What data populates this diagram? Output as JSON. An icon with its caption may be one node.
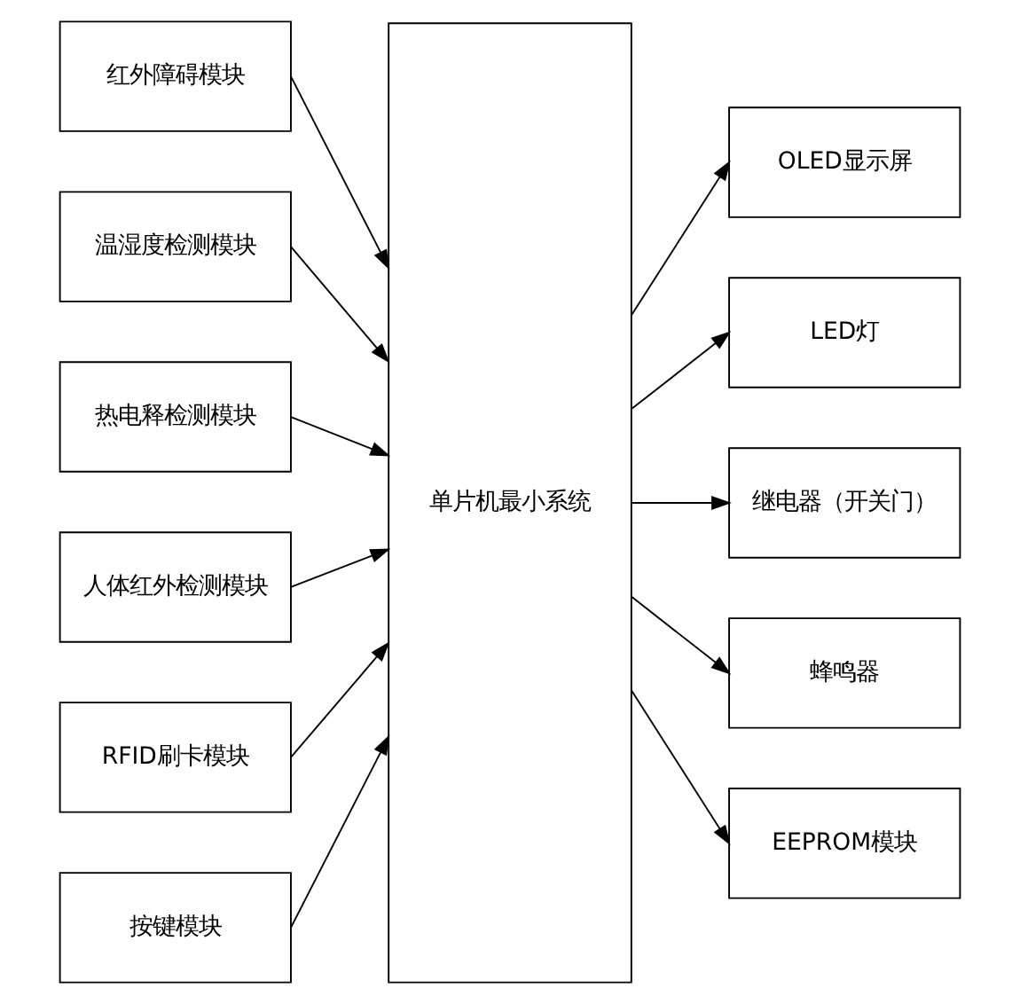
{
  "diagram": {
    "nodes": [
      {
        "text": [
          "红外障碍模块"
        ]
      },
      {
        "text": [
          "温湿度检测模块"
        ]
      },
      {
        "text": [
          "热电释检测模块"
        ]
      },
      {
        "text": [
          "人体红外检测模块"
        ]
      },
      {
        "text": [
          "RFID刷卡模块"
        ]
      },
      {
        "text": [
          "按键模块"
        ]
      },
      {
        "text": [
          "单片机最小系统"
        ]
      },
      {
        "text": [
          "OLED显示屏"
        ]
      },
      {
        "text": [
          "LED灯"
        ]
      },
      {
        "text": [
          "继电器（开关门）"
        ]
      },
      {
        "text": [
          "蜂鸣器"
        ]
      },
      {
        "text": [
          "EEPROM模块"
        ]
      }
    ],
    "edges": [
      {
        "from": 0,
        "to": 6,
        "arrow": "to"
      },
      {
        "from": 1,
        "to": 6,
        "arrow": "to"
      },
      {
        "from": 2,
        "to": 6,
        "arrow": "to"
      },
      {
        "from": 3,
        "to": 6,
        "arrow": "to"
      },
      {
        "from": 4,
        "to": 6,
        "arrow": "to"
      },
      {
        "from": 5,
        "to": 6,
        "arrow": "to"
      },
      {
        "from": 6,
        "to": 7,
        "arrow": "to"
      },
      {
        "from": 6,
        "to": 8,
        "arrow": "to"
      },
      {
        "from": 6,
        "to": 9,
        "arrow": "to"
      },
      {
        "from": 6,
        "to": 10,
        "arrow": "to"
      },
      {
        "from": 6,
        "to": 11,
        "arrow": "to"
      }
    ]
  }
}
